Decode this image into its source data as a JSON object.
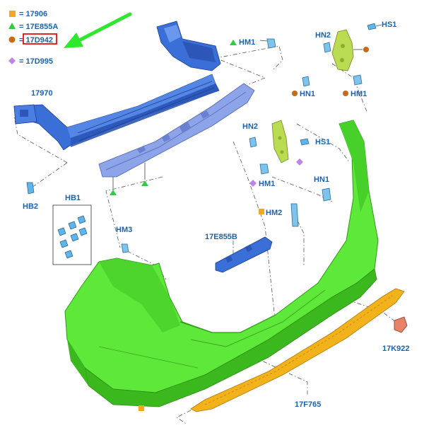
{
  "legend": [
    {
      "shape": "square",
      "color": "#f5a623",
      "text": "= 17906"
    },
    {
      "shape": "triangle",
      "color": "#2ecc40",
      "text": "= 17E855A"
    },
    {
      "shape": "circle",
      "color": "#c8691b",
      "text": "= 17D942"
    },
    {
      "shape": "diamond",
      "color": "#c084e8",
      "text": "= 17D995"
    }
  ],
  "labels": {
    "hs1_top": "HS1",
    "hn2_top": "HN2",
    "hm1_top": "HM1",
    "hn1_mid": "HN1",
    "hm1_mid": "HM1",
    "p17970": "17970",
    "hn2_mid": "HN2",
    "hs1_mid": "HS1",
    "hm1_low": "HM1",
    "hn1_low": "HN1",
    "hb2": "HB2",
    "hb1": "HB1",
    "hm2": "HM2",
    "hm3": "HM3",
    "p17e855b": "17E855B",
    "p17k922": "17K922",
    "p17f765": "17F765"
  },
  "colors": {
    "bumper": "#5ee83a",
    "bumper_dark": "#3cb81f",
    "beam": "#3b6fd8",
    "absorber": "#8ea4e8",
    "diffuser": "#f2b21b",
    "bracket": "#b9dc52",
    "arrow": "#2ee82e",
    "highlight_box": "#e01010",
    "label": "#1a63b0"
  }
}
